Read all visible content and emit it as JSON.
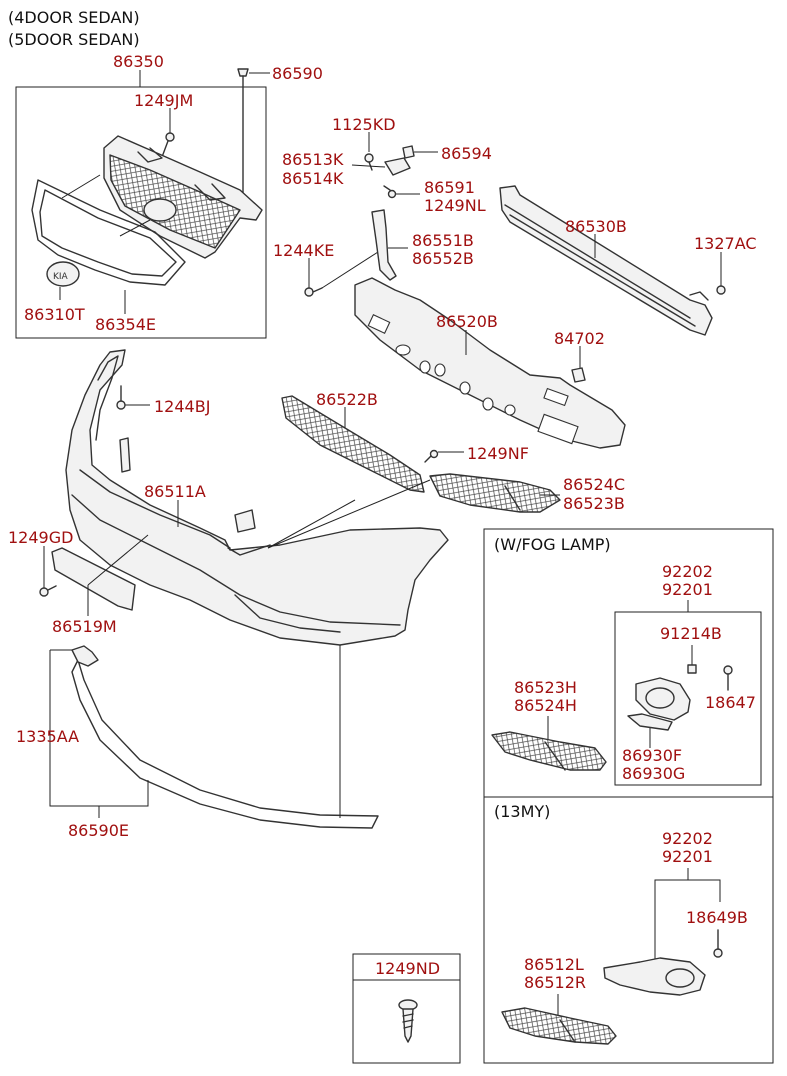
{
  "header": {
    "line1": "(4DOOR SEDAN)",
    "line2": "(5DOOR SEDAN)"
  },
  "labels": {
    "l86350": "86350",
    "l86590": "86590",
    "l1249JM": "1249JM",
    "l86310T": "86310T",
    "l86354E": "86354E",
    "l1125KD": "1125KD",
    "l86594": "86594",
    "l86513K": "86513K",
    "l86514K": "86514K",
    "l86591": "86591",
    "l1249NL": "1249NL",
    "l86530B": "86530B",
    "l1327AC": "1327AC",
    "l1244KE": "1244KE",
    "l86551B": "86551B",
    "l86552B": "86552B",
    "l86520B": "86520B",
    "l84702": "84702",
    "l1244BJ": "1244BJ",
    "l86522B": "86522B",
    "l1249NF": "1249NF",
    "l86524C": "86524C",
    "l86523B": "86523B",
    "l86511A": "86511A",
    "l1249GD": "1249GD",
    "l86519M": "86519M",
    "l1335AA": "1335AA",
    "l86590E": "86590E"
  },
  "fog_box": {
    "title": "(W/FOG LAMP)",
    "l92202": "92202",
    "l92201": "92201",
    "l91214B": "91214B",
    "l18647": "18647",
    "l86523H": "86523H",
    "l86524H": "86524H",
    "l86930F": "86930F",
    "l86930G": "86930G"
  },
  "my13_box": {
    "title": "(13MY)",
    "l92202": "92202",
    "l92201": "92201",
    "l18649B": "18649B",
    "l86512L": "86512L",
    "l86512R": "86512R"
  },
  "screw_box": {
    "title": "1249ND"
  }
}
